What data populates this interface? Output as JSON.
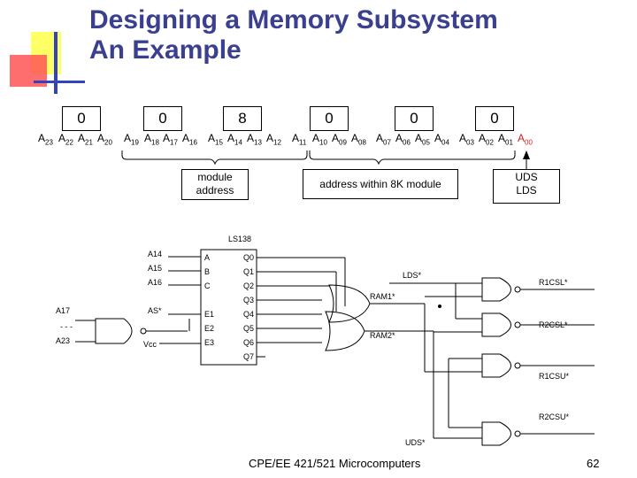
{
  "title": {
    "line1": "Designing a Memory Subsystem",
    "line2": "An Example"
  },
  "hex_digits": [
    "0",
    "0",
    "8",
    "0",
    "0",
    "0"
  ],
  "address_bits": [
    "A23",
    "A22",
    "A21",
    "A20",
    "A19",
    "A18",
    "A17",
    "A16",
    "A15",
    "A14",
    "A13",
    "A12",
    "A11",
    "A10",
    "A09",
    "A08",
    "A07",
    "A06",
    "A05",
    "A04",
    "A03",
    "A02",
    "A01",
    "A00"
  ],
  "labels": {
    "module_address": "module address",
    "address_within": "address within 8K module",
    "uds": "UDS",
    "lds": "LDS"
  },
  "schematic": {
    "chip_name": "LS138",
    "inputs": [
      "A14",
      "A15",
      "A16"
    ],
    "pins_left": [
      "A",
      "B",
      "C"
    ],
    "enable_pins": [
      "E1",
      "E2",
      "E3"
    ],
    "enable_sources": [
      "AS*",
      "Vcc"
    ],
    "outputs": [
      "Q0",
      "Q1",
      "Q2",
      "Q3",
      "Q4",
      "Q5",
      "Q6",
      "Q7"
    ],
    "nand_inputs": [
      "A17",
      "- - -",
      "A23"
    ],
    "lds_line": "LDS*",
    "uds_line": "UDS*",
    "ram1": "RAM1*",
    "ram2": "RAM2*",
    "chip_selects": [
      "R1CSL*",
      "R2CSL*",
      "R1CSU*",
      "R2CSU*"
    ]
  },
  "colors": {
    "title": "#3a3f8f",
    "a00": "#cc2222",
    "deco_yellow": "#ffff66",
    "deco_red": "#ff4444",
    "deco_blue": "#3344bb"
  },
  "footer": "CPE/EE 421/521 Microcomputers",
  "page_number": "62"
}
